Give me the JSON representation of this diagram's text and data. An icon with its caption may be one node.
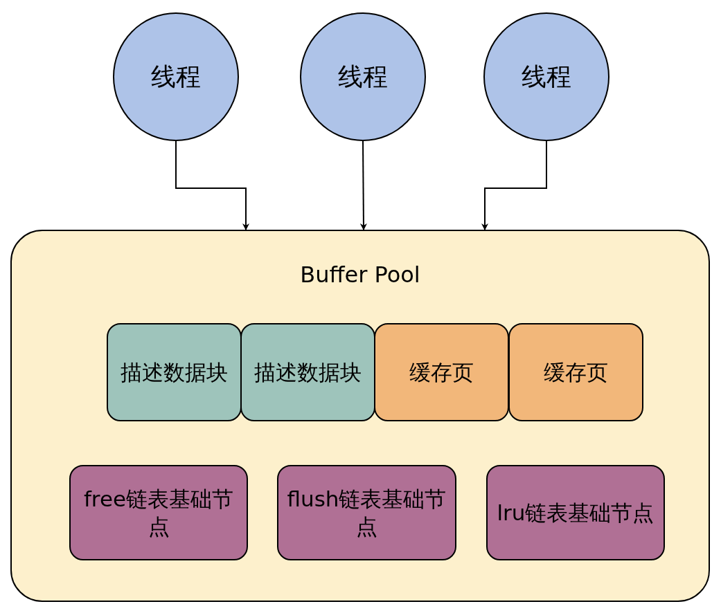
{
  "diagram": {
    "nodes": [
      {
        "text": [
          "线程"
        ]
      },
      {
        "text": [
          "线程"
        ]
      },
      {
        "text": [
          "线程"
        ]
      },
      {
        "text": [
          "Buffer Pool"
        ]
      },
      {
        "text": [
          "描述数据块"
        ],
        "in": 3
      },
      {
        "text": [
          "描述数据块"
        ],
        "in": 3
      },
      {
        "text": [
          "缓存页"
        ],
        "in": 3
      },
      {
        "text": [
          "缓存页"
        ],
        "in": 3
      },
      {
        "text": [
          "free链表基础节点"
        ],
        "in": 3
      },
      {
        "text": [
          "flush链表基础节点"
        ],
        "in": 3
      },
      {
        "text": [
          "lru链表基础节点"
        ],
        "in": 3
      }
    ],
    "edges": [
      {
        "from": 0,
        "to": 3,
        "arrow": "to"
      },
      {
        "from": 1,
        "to": 3,
        "arrow": "to"
      },
      {
        "from": 2,
        "to": 3,
        "arrow": "to"
      }
    ]
  }
}
